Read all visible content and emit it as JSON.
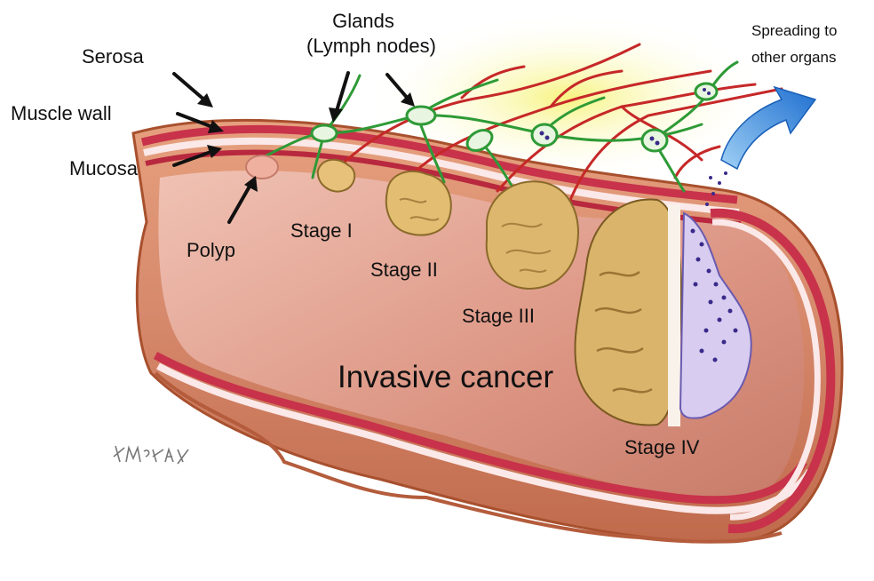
{
  "labels": {
    "glands": "Glands",
    "lymph_nodes": "(Lymph nodes)",
    "serosa": "Serosa",
    "muscle_wall": "Muscle wall",
    "mucosa": "Mucosa",
    "polyp": "Polyp",
    "stage_1": "Stage I",
    "stage_2": "Stage II",
    "stage_3": "Stage III",
    "stage_4": "Stage IV",
    "invasive": "Invasive cancer",
    "spreading_line1": "Spreading to",
    "spreading_line2": "other organs"
  },
  "signature": "KMcKAY",
  "colors": {
    "tissue": "#d88a6a",
    "tissue_dark": "#b8583e",
    "lumen": "#e8a89a",
    "mucosa_band": "#c8324a",
    "vessel": "#c62828",
    "lymph": "#2e9a36",
    "node_fill": "#e8f5e0",
    "tumor": "#d9b86a",
    "tumor_dark": "#8a6a2a",
    "metastasis": "#3a2a8a",
    "arrow_blue": "#2f7fd8",
    "glow": "#f5f08a"
  }
}
